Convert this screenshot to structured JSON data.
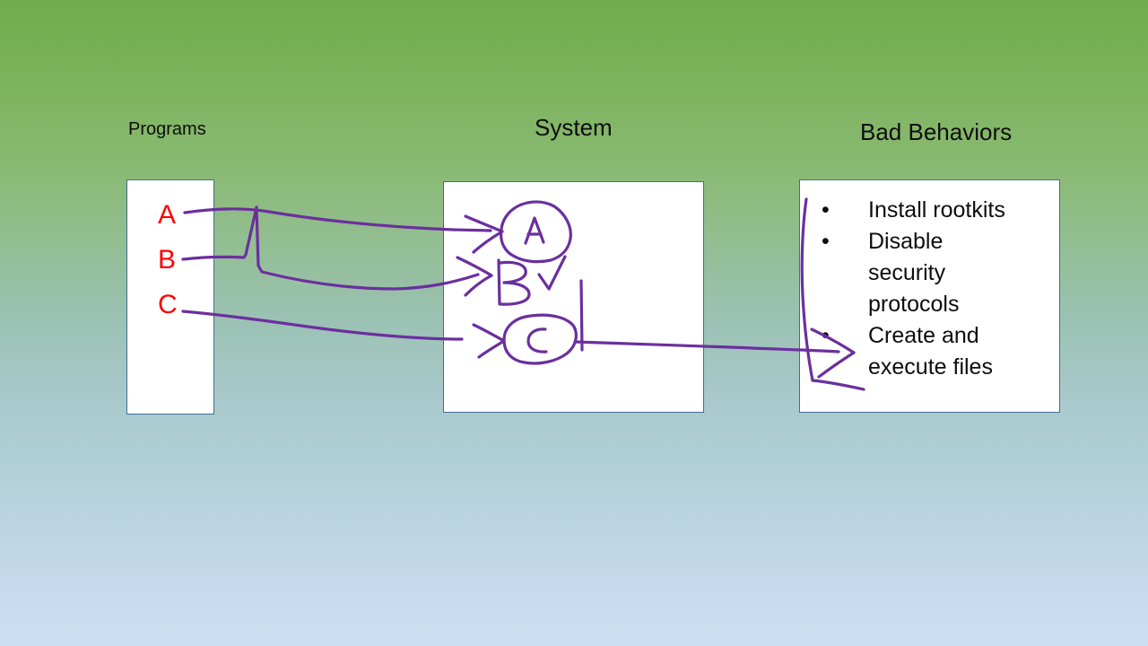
{
  "slide": {
    "background": {
      "top_color": "#6FAD4B",
      "mid_color": "#9CC2B5",
      "bottom_color": "#CDDFF2"
    },
    "ink_color": "#6B2F9E",
    "panel_border_color": "#3E6E96",
    "program_letter_color": "#FF0000"
  },
  "headings": {
    "programs": "Programs",
    "system": "System",
    "bad_behaviors": "Bad Behaviors"
  },
  "programs_panel": {
    "letters": [
      "A",
      "B",
      "C"
    ]
  },
  "system_panel": {
    "annotations": [
      {
        "glyph": "A",
        "mark": "circled"
      },
      {
        "glyph": "B",
        "mark": "check"
      },
      {
        "glyph": "C",
        "mark": "circled"
      }
    ]
  },
  "behaviors_panel": {
    "bullet_char": "•",
    "items": [
      "Install rootkits",
      "Disable security protocols",
      "Create and execute files"
    ],
    "item_lines": [
      [
        "Install rootkits"
      ],
      [
        "Disable",
        "security",
        "protocols"
      ],
      [
        "Create and",
        "execute files"
      ]
    ]
  },
  "connectors": {
    "from_programs": [
      "A",
      "B",
      "C"
    ],
    "to_behaviors": [
      "C"
    ]
  }
}
